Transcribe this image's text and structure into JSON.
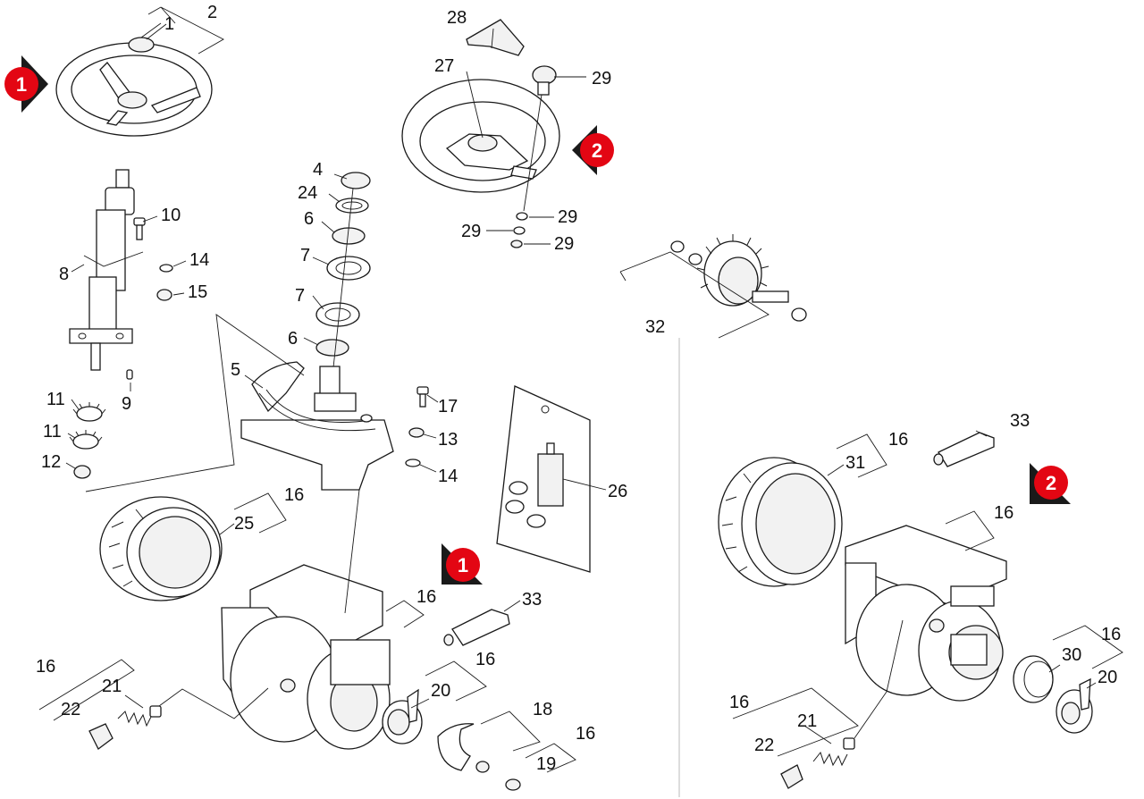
{
  "labels": {
    "l1": "1",
    "l2": "2",
    "l4": "4",
    "l24": "24",
    "l6a": "6",
    "l7a": "7",
    "l7b": "7",
    "l6b": "6",
    "l5": "5",
    "l8": "8",
    "l9": "9",
    "l10": "10",
    "l11a": "11",
    "l11b": "11",
    "l12": "12",
    "l13": "13",
    "l14a": "14",
    "l14b": "14",
    "l15": "15",
    "l16a": "16",
    "l16b": "16",
    "l16c": "16",
    "l16d": "16",
    "l16e": "16",
    "l16f": "16",
    "l16g": "16",
    "l16h": "16",
    "l17": "17",
    "l18": "18",
    "l19": "19",
    "l20a": "20",
    "l20b": "20",
    "l21a": "21",
    "l21b": "21",
    "l22a": "22",
    "l22b": "22",
    "l25": "25",
    "l26": "26",
    "l27": "27",
    "l28": "28",
    "l29a": "29",
    "l29b": "29",
    "l29c": "29",
    "l29d": "29",
    "l30": "30",
    "l31": "31",
    "l32": "32",
    "l33a": "33",
    "l33b": "33"
  },
  "refs": {
    "r1a": "1",
    "r1b": "1",
    "r2a": "2",
    "r2b": "2"
  },
  "colors": {
    "ref_marker": "#e30613",
    "ref_arrow": "#1a1a1a",
    "line": "#1a1a1a"
  },
  "icons": {
    "ref": "page-reference-marker-icon",
    "kit": "kit-bracket-icon"
  }
}
